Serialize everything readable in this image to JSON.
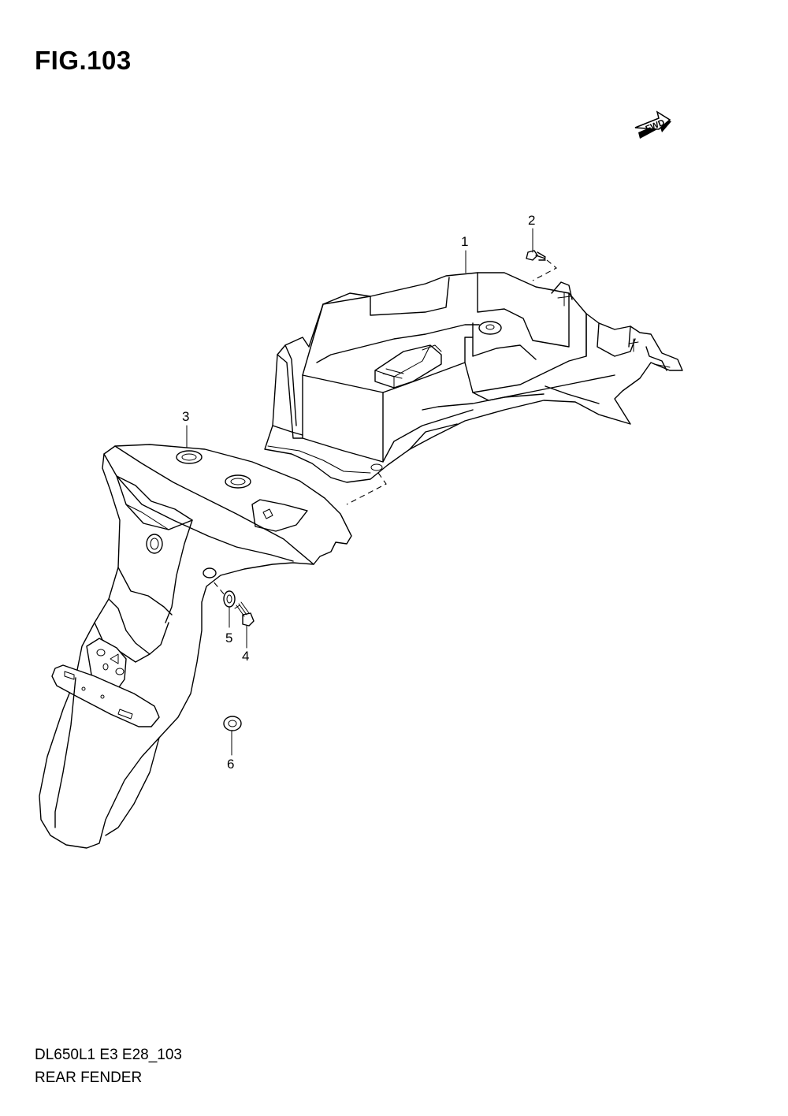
{
  "figure": {
    "title": "FIG.103",
    "code": "DL650L1 E3 E28_103",
    "name": "REAR FENDER",
    "fwd_label": "FWD"
  },
  "callouts": [
    {
      "number": "1",
      "part": "rear-fender-tray"
    },
    {
      "number": "2",
      "part": "bolt"
    },
    {
      "number": "3",
      "part": "rear-fender"
    },
    {
      "number": "4",
      "part": "screw"
    },
    {
      "number": "5",
      "part": "washer"
    },
    {
      "number": "6",
      "part": "washer"
    }
  ]
}
